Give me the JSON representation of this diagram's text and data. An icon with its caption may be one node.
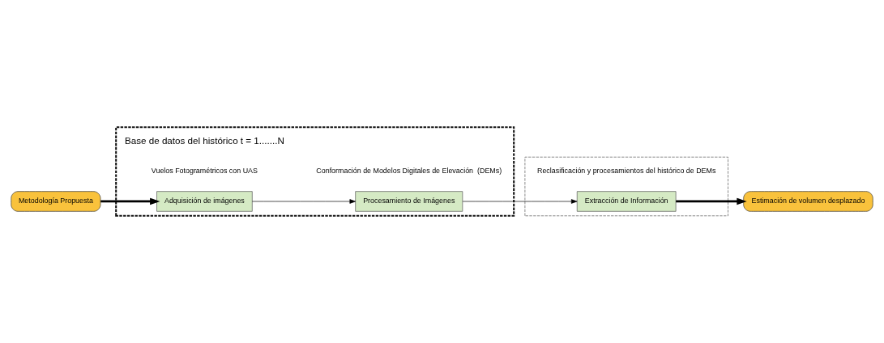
{
  "diagram": {
    "nodes": [
      {
        "text": [
          "Metodología Propuesta"
        ]
      },
      {
        "text": [],
        "shape": "box"
      },
      {
        "text": [
          "Adquisición de imágenes"
        ],
        "in": 1,
        "beside": [
          "Vuelos Fotogramétricos con UAS"
        ]
      },
      {
        "text": [
          "Procesamiento de Imágenes"
        ],
        "in": 1,
        "beside": [
          "Conformación de Modelos Digitales de Elevación  (DEMs)"
        ]
      },
      {
        "text": [],
        "shape": "box"
      },
      {
        "text": [
          "Extracción de Información"
        ],
        "in": 4,
        "beside": [
          "Reclasificación y procesamientos del histórico de DEMs"
        ]
      },
      {
        "text": [
          "Estimación de volumen desplazado"
        ]
      }
    ],
    "edges": [
      {
        "from": 0,
        "to": 2,
        "arrow": "to",
        "style": "thick"
      },
      {
        "from": 2,
        "to": 3,
        "arrow": "to"
      },
      {
        "from": 3,
        "to": 5,
        "arrow": "to"
      },
      {
        "from": 5,
        "to": 6,
        "arrow": "to",
        "style": "thick"
      }
    ],
    "labels": [
      "Base de datos del histórico t = 1.......N"
    ]
  }
}
